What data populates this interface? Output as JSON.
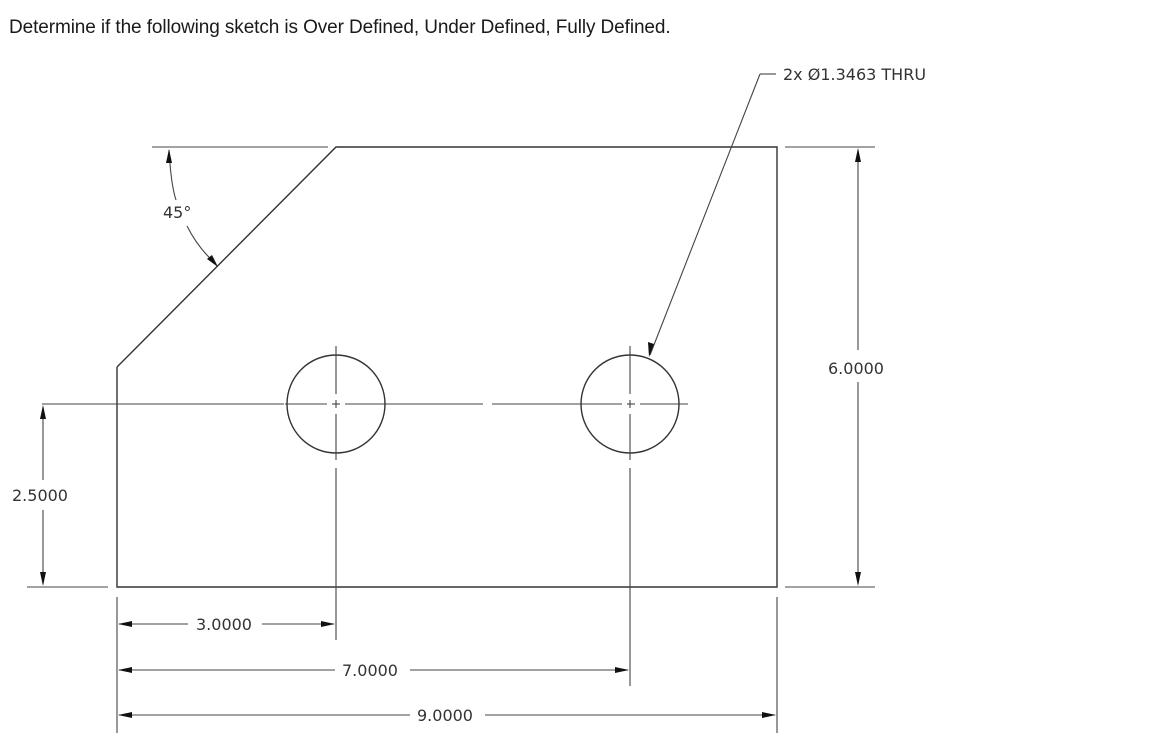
{
  "question": "Determine if the following sketch is Over Defined, Under Defined, Fully Defined.",
  "drawing": {
    "hole_callout": "2x Ø1.3463 THRU",
    "angle_label": "45°",
    "dims": {
      "height_total": "6.0000",
      "hole_height": "2.5000",
      "hole1_x": "3.0000",
      "hole2_x": "7.0000",
      "width_total": "9.0000"
    },
    "line_color": "#333333",
    "background": "#ffffff"
  }
}
